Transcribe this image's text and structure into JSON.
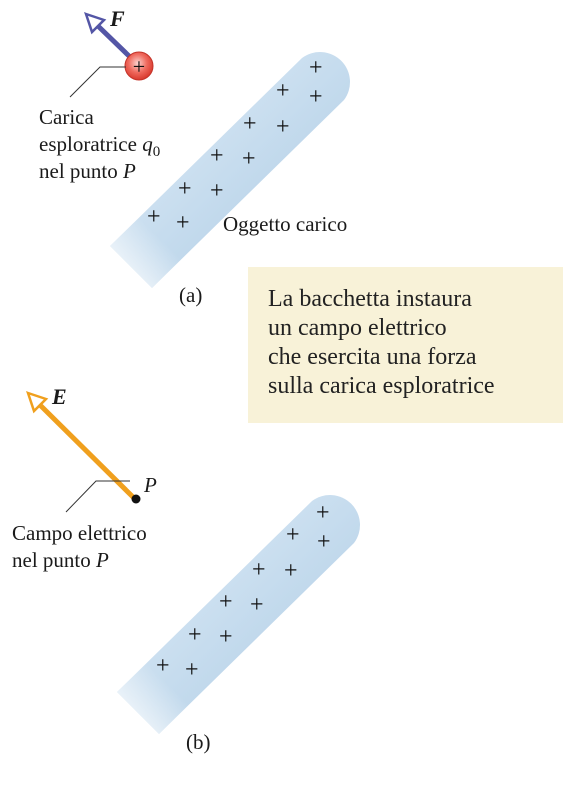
{
  "panel_a": {
    "force_label": "F",
    "charge_label_line1": "Carica",
    "charge_label_line2_text": "esploratrice ",
    "charge_label_line2_q": "q",
    "charge_label_line2_sub": "0",
    "charge_label_line3_text": "nel punto ",
    "charge_label_line3_p": "P",
    "object_label": "Oggetto carico",
    "caption": "(a)"
  },
  "callout": {
    "line1": "La bacchetta instaura",
    "line2": "un campo elettrico",
    "line3": "che esercita una forza",
    "line4": "sulla carica esploratrice"
  },
  "panel_b": {
    "field_label": "E",
    "point_label": "P",
    "field_label_line1": "Campo elettrico",
    "field_label_line2_text": "nel punto ",
    "field_label_line2_p": "P",
    "caption": "(b)"
  },
  "colors": {
    "rod": "#c9deef",
    "force_arrow": "#5456a6",
    "field_arrow": "#f0a01e",
    "test_charge": "#e8453a",
    "callout_bg": "#f8f2d8"
  }
}
